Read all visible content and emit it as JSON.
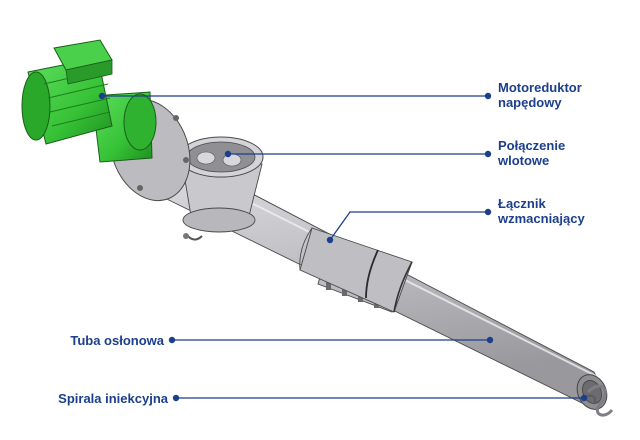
{
  "labels": {
    "motor_line1": "Motoreduktor",
    "motor_line2": "napędowy",
    "inlet_line1": "Połączenie",
    "inlet_line2": "wlotowe",
    "connector_line1": "Łącznik",
    "connector_line2": "wzmacniający",
    "tube": "Tuba osłonowa",
    "spiral": "Spirala iniekcyjna"
  },
  "colors": {
    "motor_green": "#36c236",
    "motor_dark": "#1f7d1f",
    "metal": "#c8c8cb",
    "label_blue": "#1c3f8c"
  }
}
